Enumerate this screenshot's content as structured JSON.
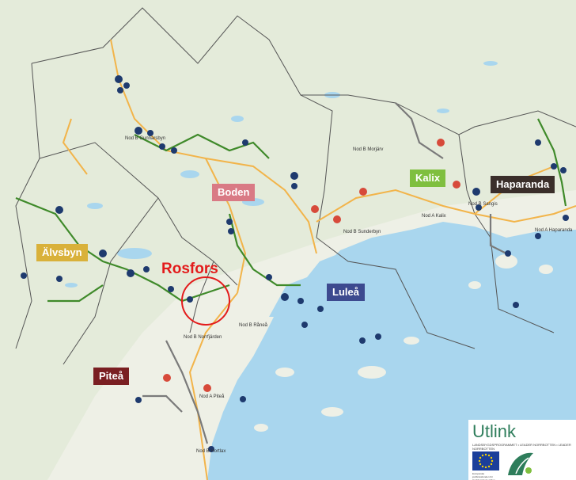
{
  "map": {
    "municipalities": [
      {
        "name": "Boden",
        "color": "#d97a85"
      },
      {
        "name": "Kalix",
        "color": "#7fbf3f"
      },
      {
        "name": "Haparanda",
        "color": "#3a2e2a"
      },
      {
        "name": "Älvsbyn",
        "color": "#d9b13a"
      },
      {
        "name": "Luleå",
        "color": "#3d4a8f"
      },
      {
        "name": "Piteå",
        "color": "#7a1f22"
      }
    ],
    "highlight": {
      "label": "Rosfors",
      "color": "#e31b1b"
    },
    "nodes": [
      "Nod B Morjärv",
      "Nod A Kalix",
      "Nod B Sangis",
      "Nod B Sunderbyn",
      "Nod B Råneå",
      "Nod A Haparanda",
      "Nod B Norrfjärden",
      "Nod A Piteå",
      "Nod B Hortlax",
      "Nod B Gunnarsbyn"
    ],
    "colors": {
      "water": "#a9d6ee",
      "land": "#eef0e6",
      "border": "#555555",
      "trail_green": "#3f8a2a",
      "trail_grey": "#7a7a7a",
      "road": "#f2b44a"
    }
  },
  "logos": {
    "utlink_word": "Utlink",
    "utlink_tagline": "LANDSBYGDSPROGRAMMET • LEADER NORRBOTTEN • LEADER NORRBOTTEN",
    "eu_caption": "Europeiska jordbruksfonden för landsbygdsutveckling",
    "leader_icon": "leader-logo-icon",
    "eu_icon": "eu-flag-icon"
  }
}
